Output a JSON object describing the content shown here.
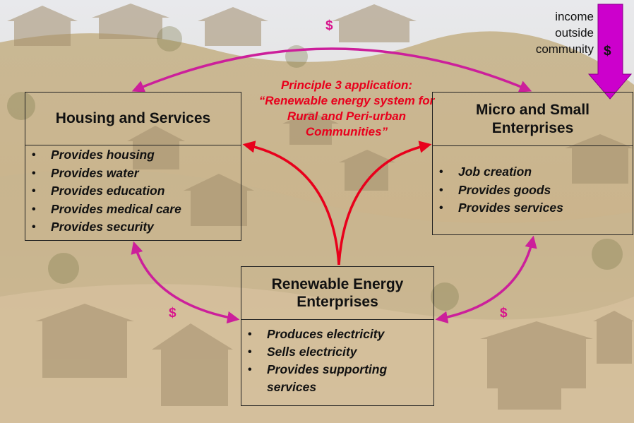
{
  "diagram": {
    "principle_text": "Principle 3 application: “Renewable energy system for Rural and Peri-urban Communities”",
    "income_label": "income outside community",
    "income_symbol": "$",
    "flow_symbol": "$",
    "boxes": {
      "housing": {
        "title": "Housing and Services",
        "items": [
          "Provides housing",
          "Provides water",
          "Provides education",
          "Provides medical care",
          "Provides security"
        ]
      },
      "micro": {
        "title": "Micro and Small Enterprises",
        "items": [
          "Job creation",
          "Provides goods",
          "Provides services"
        ]
      },
      "renewable": {
        "title": "Renewable Energy Enterprises",
        "items": [
          "Produces electricity",
          "Sells electricity",
          "Provides supporting services"
        ]
      }
    },
    "colors": {
      "flow_arrow": "#cc1f9b",
      "principle_arrow": "#e8001c",
      "income_arrow": "#cc00cc",
      "box_border": "#222222"
    }
  }
}
